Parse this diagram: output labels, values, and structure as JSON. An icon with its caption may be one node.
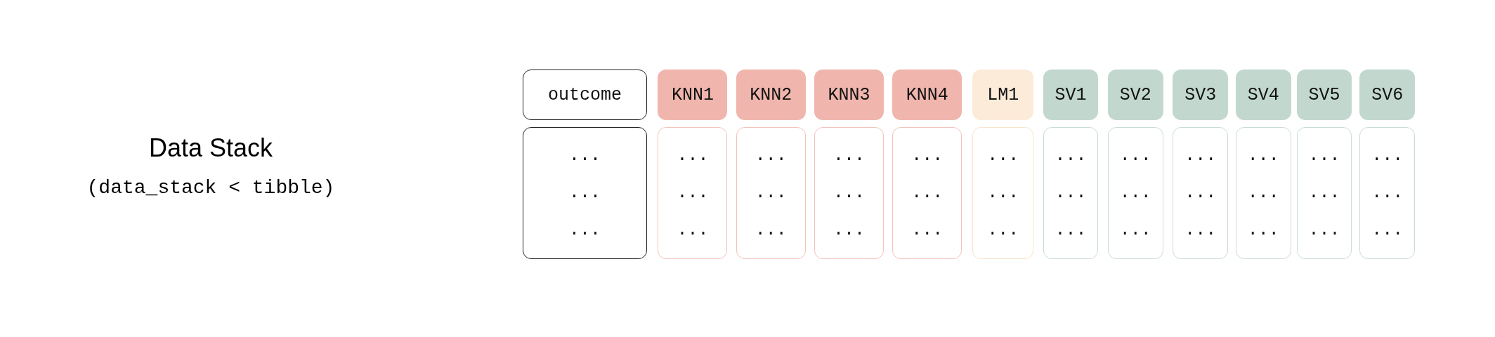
{
  "diagram": {
    "nodes": [
      {
        "text": [
          "outcome"
        ]
      },
      {
        "text": [
          "KNN1"
        ]
      },
      {
        "text": [
          "KNN2"
        ]
      },
      {
        "text": [
          "KNN3"
        ]
      },
      {
        "text": [
          "KNN4"
        ]
      },
      {
        "text": [
          "LM1"
        ]
      },
      {
        "text": [
          "SV1"
        ]
      },
      {
        "text": [
          "SV2"
        ]
      },
      {
        "text": [
          "SV3"
        ]
      },
      {
        "text": [
          "SV4"
        ]
      },
      {
        "text": [
          "SV5"
        ]
      },
      {
        "text": [
          "SV6"
        ]
      },
      {
        "text": [
          "...",
          "...",
          "..."
        ]
      },
      {
        "text": [
          "...",
          "...",
          "..."
        ]
      },
      {
        "text": [
          "...",
          "...",
          "..."
        ]
      },
      {
        "text": [
          "...",
          "...",
          "..."
        ]
      },
      {
        "text": [
          "...",
          "...",
          "..."
        ]
      },
      {
        "text": [
          "...",
          "...",
          "..."
        ]
      },
      {
        "text": [
          "...",
          "...",
          "..."
        ]
      },
      {
        "text": [
          "...",
          "...",
          "..."
        ]
      },
      {
        "text": [
          "...",
          "...",
          "..."
        ]
      },
      {
        "text": [
          "...",
          "...",
          "..."
        ]
      },
      {
        "text": [
          "...",
          "...",
          "..."
        ]
      },
      {
        "text": [
          "...",
          "...",
          "..."
        ]
      }
    ],
    "edges": [],
    "labels": [
      "Data Stack",
      "(data_stack < tibble)"
    ]
  }
}
